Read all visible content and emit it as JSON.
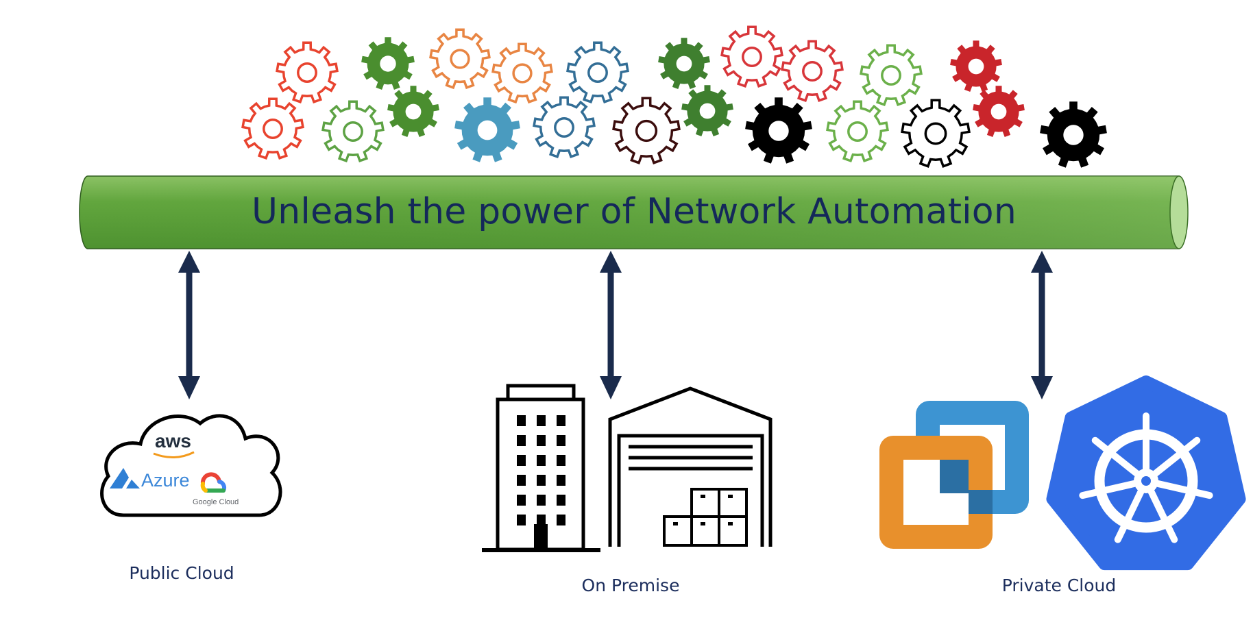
{
  "banner": {
    "title": "Unleash the power of Network Automation",
    "color": "#62a63e"
  },
  "gears": [
    {
      "color": "#e8432e",
      "style": "outline"
    },
    {
      "color": "#e8432e",
      "style": "outline"
    },
    {
      "color": "#5da244",
      "style": "outline"
    },
    {
      "color": "#4a8e2f",
      "style": "solid"
    },
    {
      "color": "#4a8e2f",
      "style": "solid"
    },
    {
      "color": "#e88543",
      "style": "outline"
    },
    {
      "color": "#e88543",
      "style": "outline"
    },
    {
      "color": "#4a9bbf",
      "style": "solid"
    },
    {
      "color": "#336e96",
      "style": "outline"
    },
    {
      "color": "#336e96",
      "style": "outline"
    },
    {
      "color": "#3b0d0d",
      "style": "outline"
    },
    {
      "color": "#3f7f2f",
      "style": "solid"
    },
    {
      "color": "#3f7f2f",
      "style": "solid"
    },
    {
      "color": "#d8363a",
      "style": "outline"
    },
    {
      "color": "#d8363a",
      "style": "outline"
    },
    {
      "color": "#000000",
      "style": "solid"
    },
    {
      "color": "#6bb04a",
      "style": "outline"
    },
    {
      "color": "#6bb04a",
      "style": "outline"
    },
    {
      "color": "#000000",
      "style": "outline"
    },
    {
      "color": "#c9252b",
      "style": "solid"
    },
    {
      "color": "#c9252b",
      "style": "solid"
    },
    {
      "color": "#000000",
      "style": "solid"
    }
  ],
  "public_cloud": {
    "label": "Public Cloud",
    "logos": {
      "aws": "aws",
      "azure": "Azure",
      "google": "Google Cloud"
    }
  },
  "on_premise": {
    "label": "On Premise"
  },
  "private_cloud": {
    "label": "Private Cloud"
  },
  "colors": {
    "arrow": "#1a2b4c",
    "text": "#1b2d5c",
    "vmware_orange": "#e8902c",
    "vmware_blue": "#3d94d2",
    "kubernetes_blue": "#326ce5"
  },
  "icons": [
    "gear-icon",
    "cloud-icon",
    "office-building-icon",
    "warehouse-icon",
    "vmware-logo-icon",
    "kubernetes-logo-icon"
  ]
}
